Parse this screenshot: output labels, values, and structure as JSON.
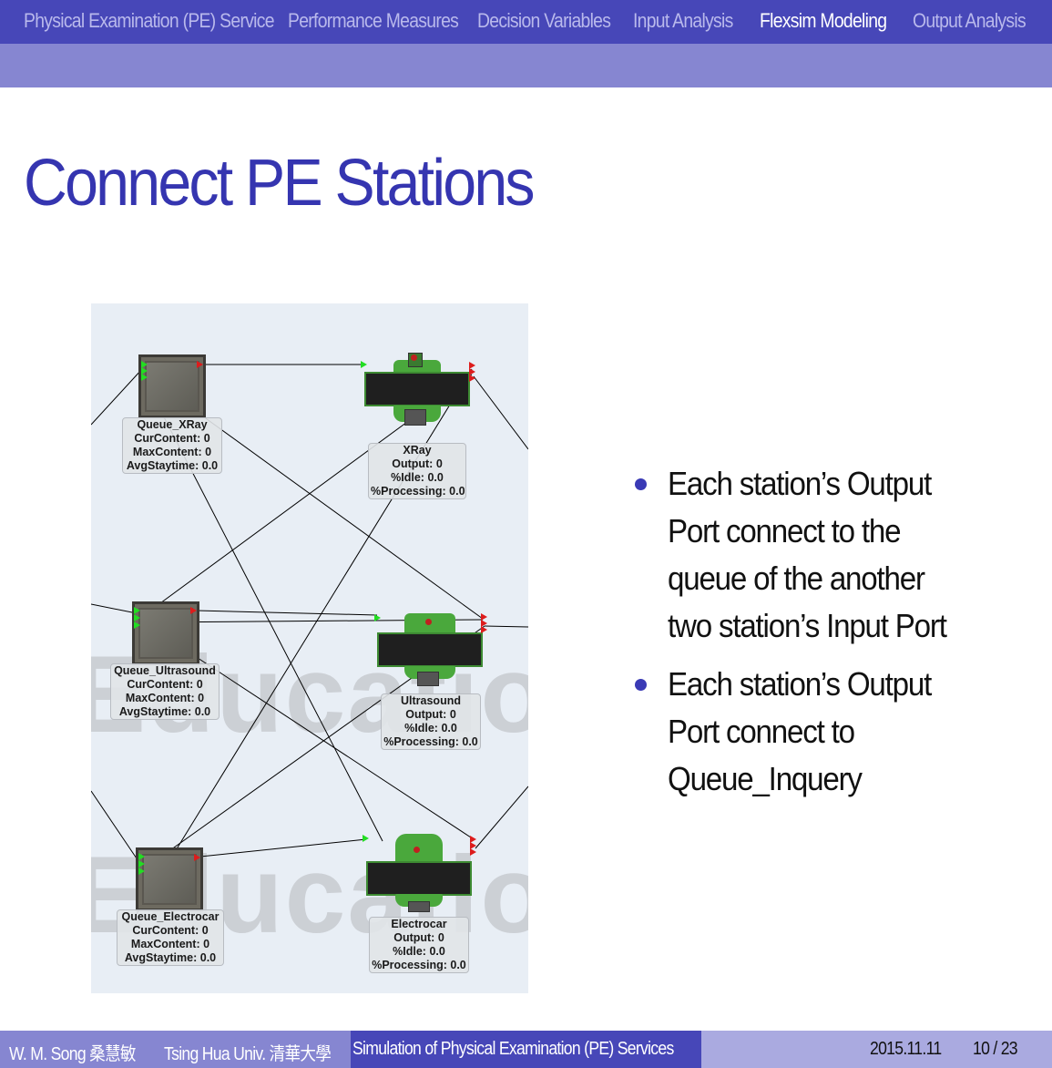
{
  "nav": {
    "items": [
      {
        "label": "Physical Examination (PE) Service",
        "active": false
      },
      {
        "label": "Performance Measures",
        "active": false
      },
      {
        "label": "Decision Variables",
        "active": false
      },
      {
        "label": "Input Analysis",
        "active": false
      },
      {
        "label": "Flexsim Modeling",
        "active": true
      },
      {
        "label": "Output Analysis",
        "active": false
      }
    ]
  },
  "slide": {
    "title": "Connect PE Stations",
    "bullets": [
      {
        "lines": [
          "Each station’s Output",
          "Port connect to the",
          "queue of the another",
          "two station’s Input Port"
        ]
      },
      {
        "lines": [
          "Each station’s Output",
          "Port connect to",
          "Queue_Inquery"
        ]
      }
    ]
  },
  "diagram": {
    "watermark": "Educational",
    "queues": [
      {
        "name": "Queue_XRay",
        "cur_label": "CurContent:",
        "cur": "0",
        "max_label": "MaxContent:",
        "max": "0",
        "avg_label": "AvgStaytime:",
        "avg": "0.0"
      },
      {
        "name": "Queue_Ultrasound",
        "cur_label": "CurContent:",
        "cur": "0",
        "max_label": "MaxContent:",
        "max": "0",
        "avg_label": "AvgStaytime:",
        "avg": "0.0"
      },
      {
        "name": "Queue_Electrocar",
        "cur_label": "CurContent:",
        "cur": "0",
        "max_label": "MaxContent:",
        "max": "0",
        "avg_label": "AvgStaytime:",
        "avg": "0.0"
      }
    ],
    "stations": [
      {
        "name": "XRay",
        "output_label": "Output:",
        "output": "0",
        "idle_label": "%Idle:",
        "idle": "0.0",
        "proc_label": "%Processing:",
        "proc": "0.0"
      },
      {
        "name": "Ultrasound",
        "output_label": "Output:",
        "output": "0",
        "idle_label": "%Idle:",
        "idle": "0.0",
        "proc_label": "%Processing:",
        "proc": "0.0"
      },
      {
        "name": "Electrocar",
        "output_label": "Output:",
        "output": "0",
        "idle_label": "%Idle:",
        "idle": "0.0",
        "proc_label": "%Processing:",
        "proc": "0.0"
      }
    ],
    "colors": {
      "input_port": "#22dd22",
      "output_port": "#dd1c1c",
      "station_green": "#4aa83c",
      "background": "#e8eef5"
    }
  },
  "footer": {
    "author": "W. M. Song 桑慧敏",
    "affiliation": "Tsing Hua Univ. 清華大學",
    "talk_title": "Simulation of Physical Examination (PE) Services",
    "date": "2015.11.11",
    "page": "10 / 23"
  }
}
